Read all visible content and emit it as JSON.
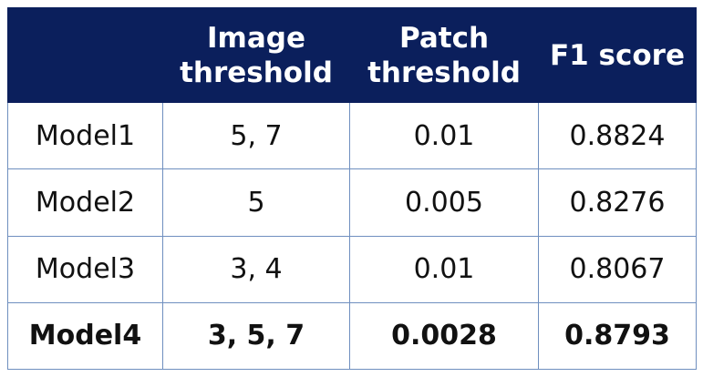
{
  "table": {
    "headers": [
      {
        "line1": "",
        "line2": ""
      },
      {
        "line1": "Image",
        "line2": "threshold"
      },
      {
        "line1": "Patch",
        "line2": "threshold"
      },
      {
        "line1": "F1 score",
        "line2": ""
      }
    ],
    "rows": [
      {
        "model": "Model1",
        "image_threshold": "5, 7",
        "patch_threshold": "0.01",
        "f1": "0.8824",
        "bold": false
      },
      {
        "model": "Model2",
        "image_threshold": "5",
        "patch_threshold": "0.005",
        "f1": "0.8276",
        "bold": false
      },
      {
        "model": "Model3",
        "image_threshold": "3, 4",
        "patch_threshold": "0.01",
        "f1": "0.8067",
        "bold": false
      },
      {
        "model": "Model4",
        "image_threshold": "3, 5, 7",
        "patch_threshold": "0.0028",
        "f1": "0.8793",
        "bold": true
      }
    ]
  },
  "colors": {
    "header_bg": "#0b1f5c",
    "header_text": "#ffffff",
    "grid_line": "#6f8fbf"
  }
}
